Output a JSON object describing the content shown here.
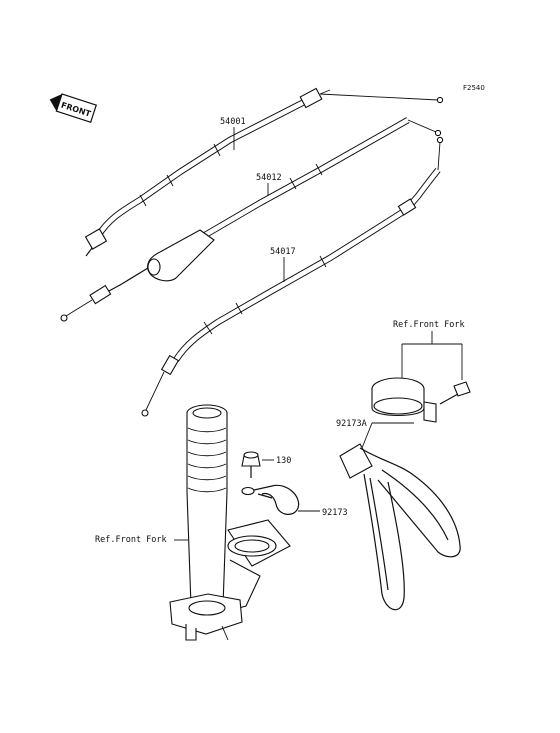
{
  "figure_code": "F2540",
  "front_badge": "FRONT",
  "labels": {
    "throttle_cable": "54001",
    "throttle_cable_2": "54012",
    "choke_cable": "54017",
    "ref_front_fork_top": "Ref.Front Fork",
    "clamp": "92173A",
    "bolt": "130",
    "clamp_small": "92173",
    "ref_front_fork_left": "Ref.Front Fork"
  }
}
